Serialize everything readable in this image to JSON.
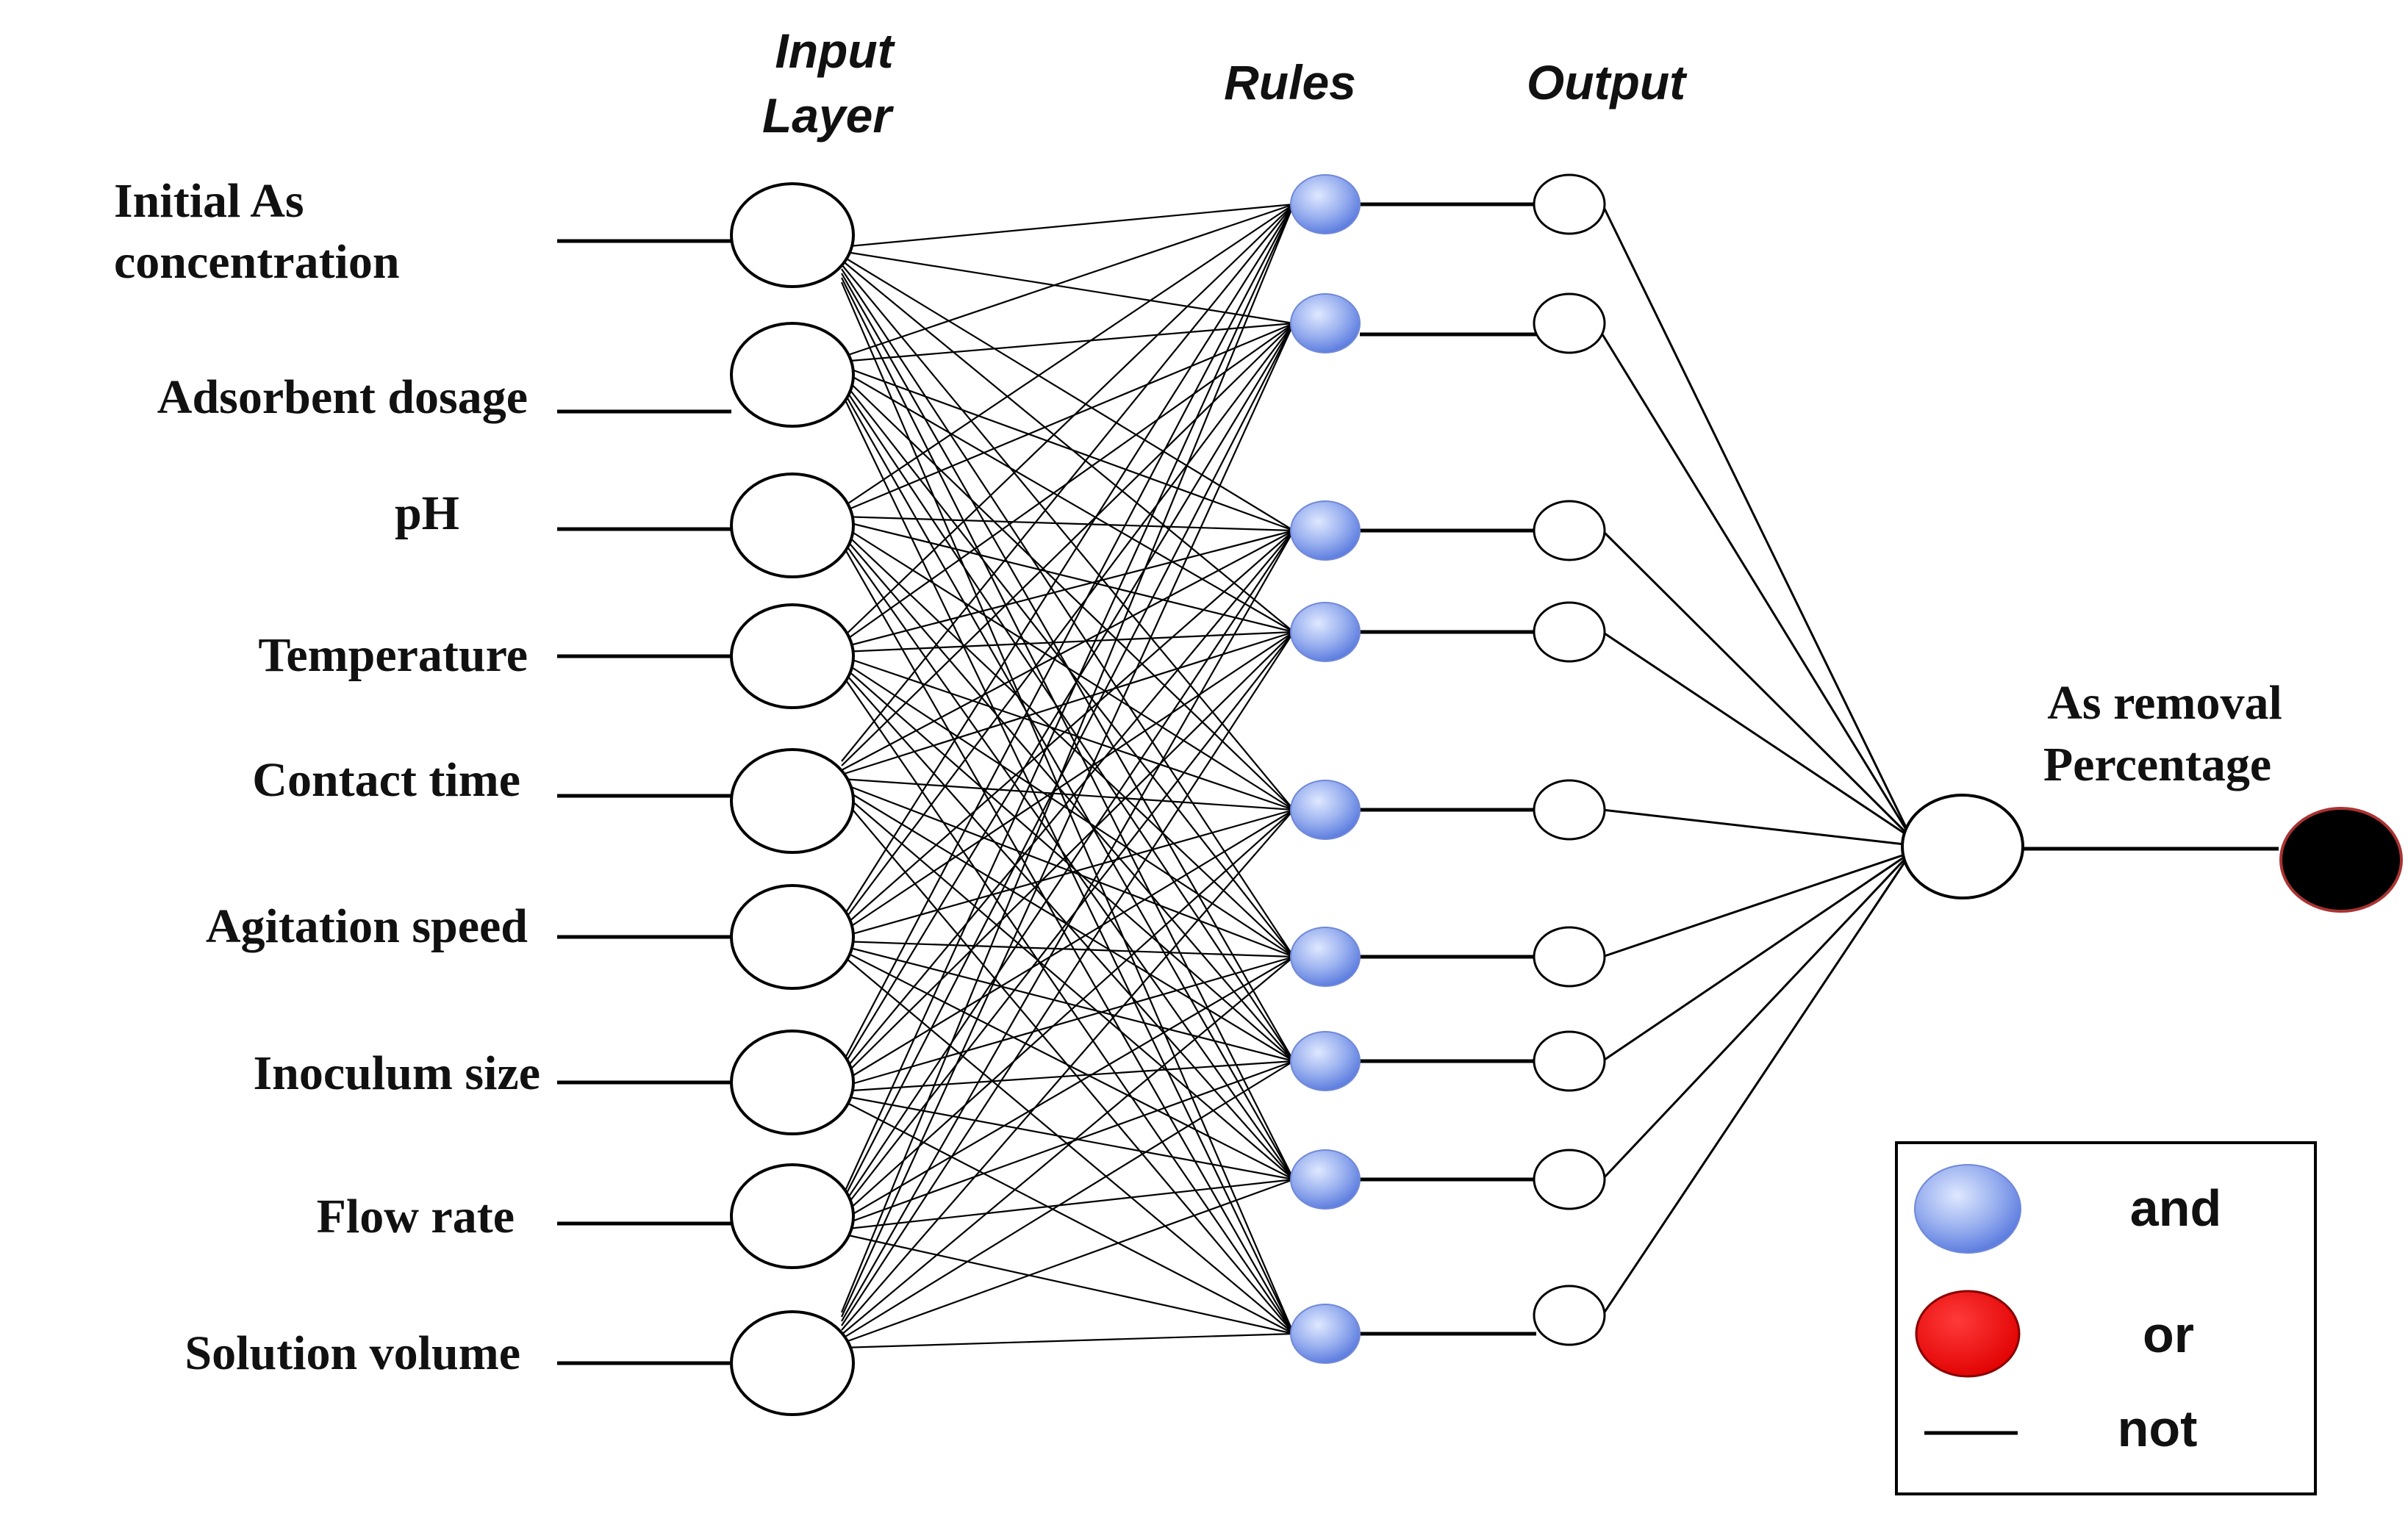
{
  "headers": {
    "input_line1": "Input",
    "input_line2": "Layer",
    "rules": "Rules",
    "output": "Output"
  },
  "inputs": [
    {
      "line1": "Initial As",
      "line2": "concentration"
    },
    {
      "line1": "Adsorbent dosage",
      "line2": ""
    },
    {
      "line1": "pH",
      "line2": ""
    },
    {
      "line1": "Temperature",
      "line2": ""
    },
    {
      "line1": "Contact time",
      "line2": ""
    },
    {
      "line1": "Agitation speed",
      "line2": ""
    },
    {
      "line1": "Inoculum size",
      "line2": ""
    },
    {
      "line1": "Flow rate",
      "line2": ""
    },
    {
      "line1": "Solution volume",
      "line2": ""
    }
  ],
  "final_output": {
    "line1": "As removal",
    "line2": "Percentage"
  },
  "legend": [
    {
      "label": "and",
      "symbol": "blue-circle"
    },
    {
      "label": "or",
      "symbol": "red-circle"
    },
    {
      "label": "not",
      "symbol": "line"
    }
  ],
  "colors": {
    "rule_node": "#8aa4ee",
    "or_node": "#ff0000",
    "final_node": "#000000",
    "stroke": "#000000"
  }
}
